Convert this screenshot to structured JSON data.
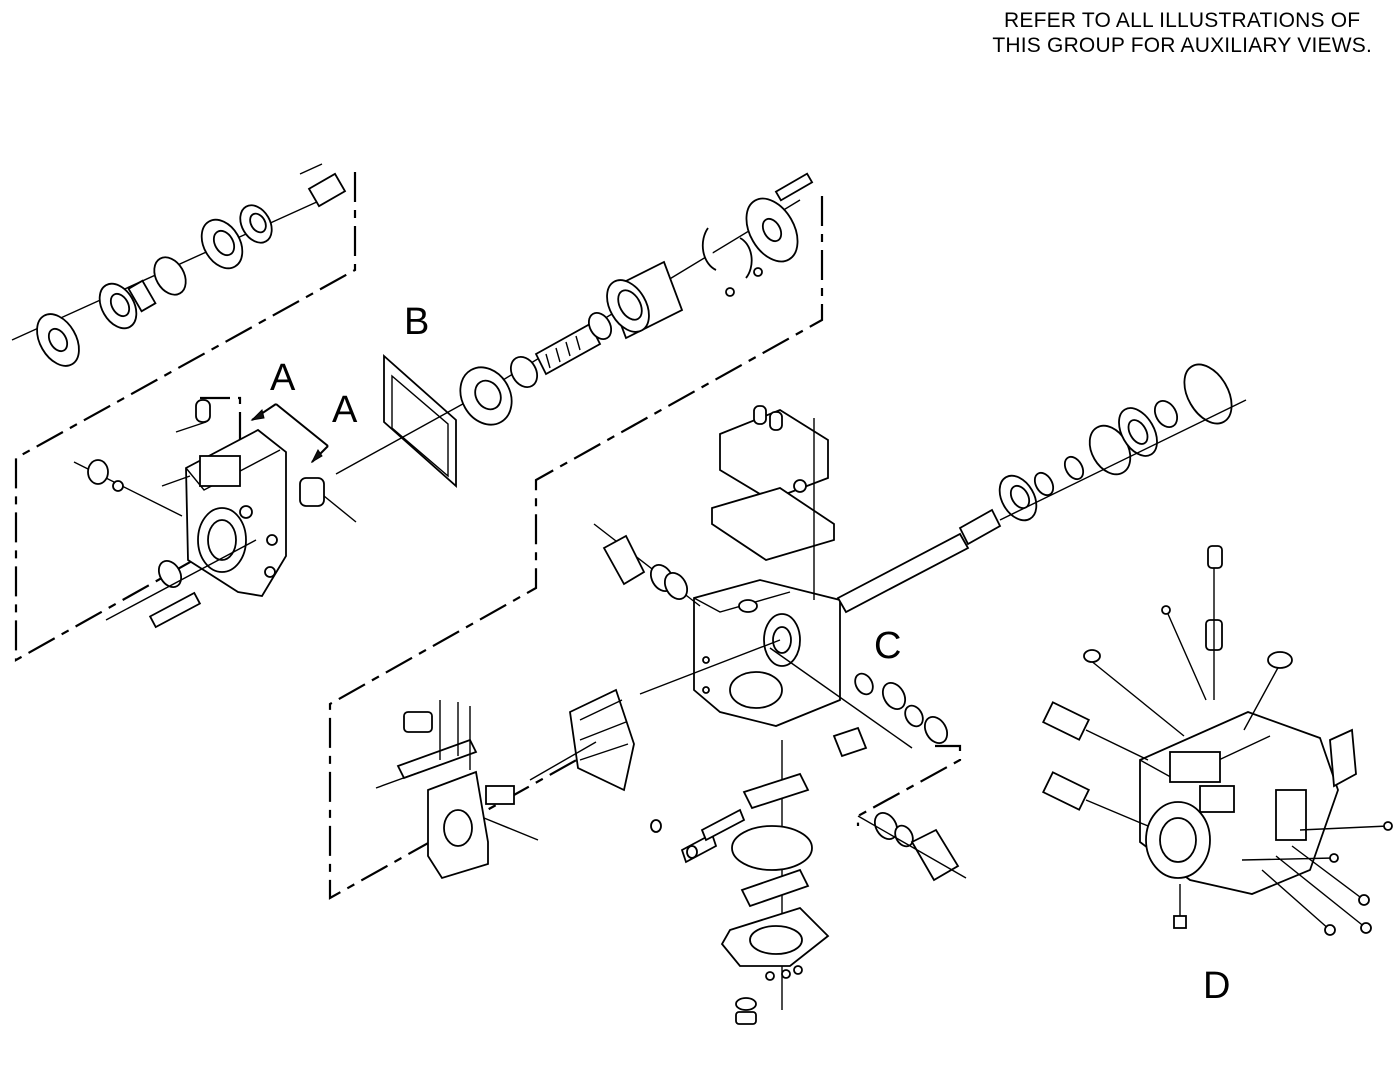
{
  "note": {
    "line1": "REFER TO ALL ILLUSTRATIONS OF",
    "line2": "THIS GROUP FOR AUXILIARY VIEWS."
  },
  "callouts": {
    "a1": "A",
    "a2": "A",
    "b": "B",
    "c": "C",
    "d": "D"
  }
}
